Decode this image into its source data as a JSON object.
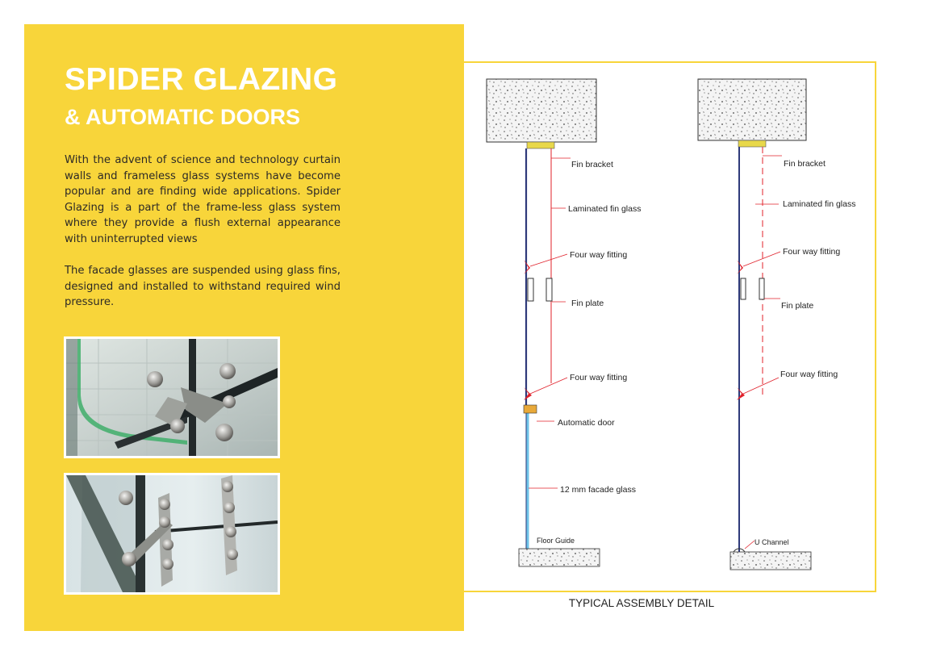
{
  "heading": {
    "title": "SPIDER GLAZING",
    "subtitle": "& AUTOMATIC DOORS"
  },
  "body": {
    "paragraph_1": "With the advent of science and technology curtain walls and frameless glass systems have become popular and are finding wide applications. Spider Glazing is a part of the frame-less glass system where they provide a flush external appearance with uninterrupted views",
    "paragraph_2": "The facade glasses are suspended using glass fins, designed and installed to withstand required wind pressure."
  },
  "diagram": {
    "caption": "TYPICAL ASSEMBLY DETAIL",
    "left_labels": {
      "fin_bracket": "Fin bracket",
      "laminated_fin_glass": "Laminated fin glass",
      "four_way_fitting_top": "Four way fitting",
      "fin_plate": "Fin plate",
      "four_way_fitting_bottom": "Four way fitting",
      "automatic_door": "Automatic door",
      "facade_glass": "12 mm facade glass",
      "floor_guide": "Floor Guide"
    },
    "right_labels": {
      "fin_bracket": "Fin bracket",
      "laminated_fin_glass": "Laminated fin glass",
      "four_way_fitting_top": "Four way fitting",
      "fin_plate": "Fin plate",
      "four_way_fitting_bottom": "Four way fitting",
      "u_channel": "U Channel"
    }
  },
  "colors": {
    "brand_yellow": "#f8d53a",
    "heading_white": "#ffffff",
    "body_text": "#2d2a26",
    "glass_line": "#2e3a7a",
    "fitting_red": "#e0202a"
  }
}
